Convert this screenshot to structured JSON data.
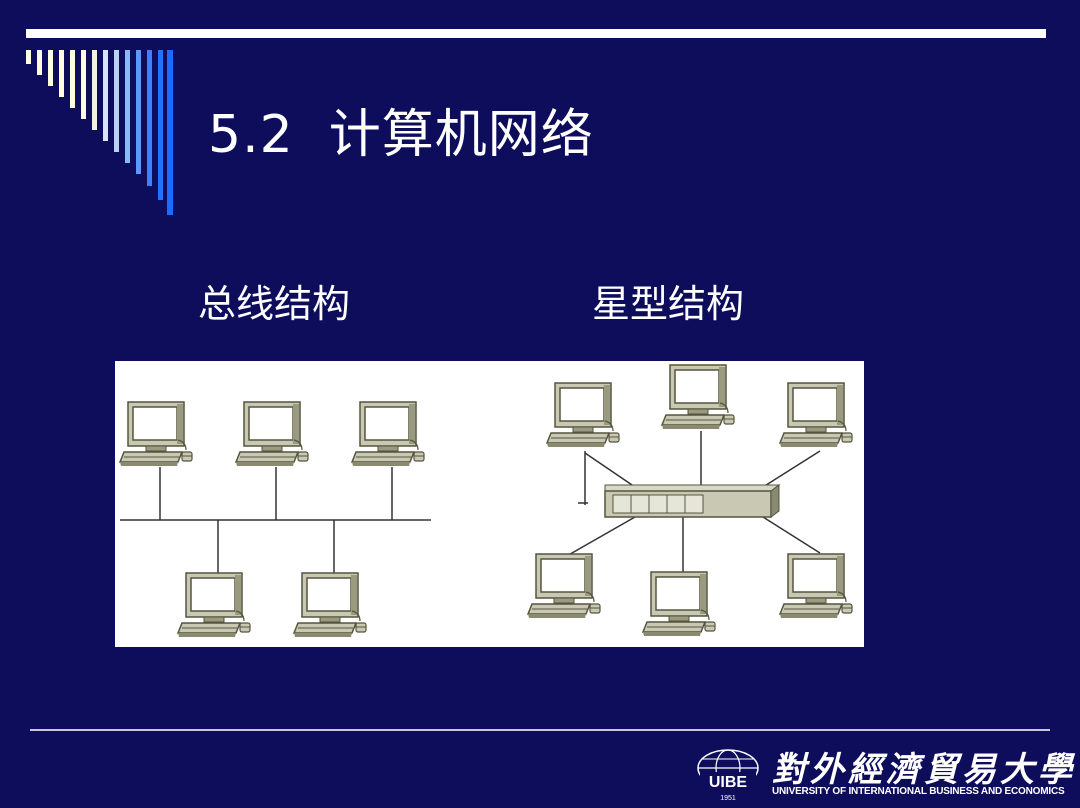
{
  "slide": {
    "title": "5.2  计算机网络",
    "bus_label": "总线结构",
    "star_label": "星型结构"
  },
  "footer": {
    "university_cn": "對外經濟貿易大學",
    "university_en": "UNIVERSITY OF INTERNATIONAL BUSINESS AND ECONOMICS",
    "logo_year": "1951",
    "logo_letters": "UIBE"
  },
  "colors": {
    "background": "#0d0d5c",
    "stripe_light": "#fffde0",
    "stripe_blue": "#1a6bff"
  },
  "icons": {
    "computer": "desktop-computer-icon",
    "hub": "network-hub-icon"
  }
}
